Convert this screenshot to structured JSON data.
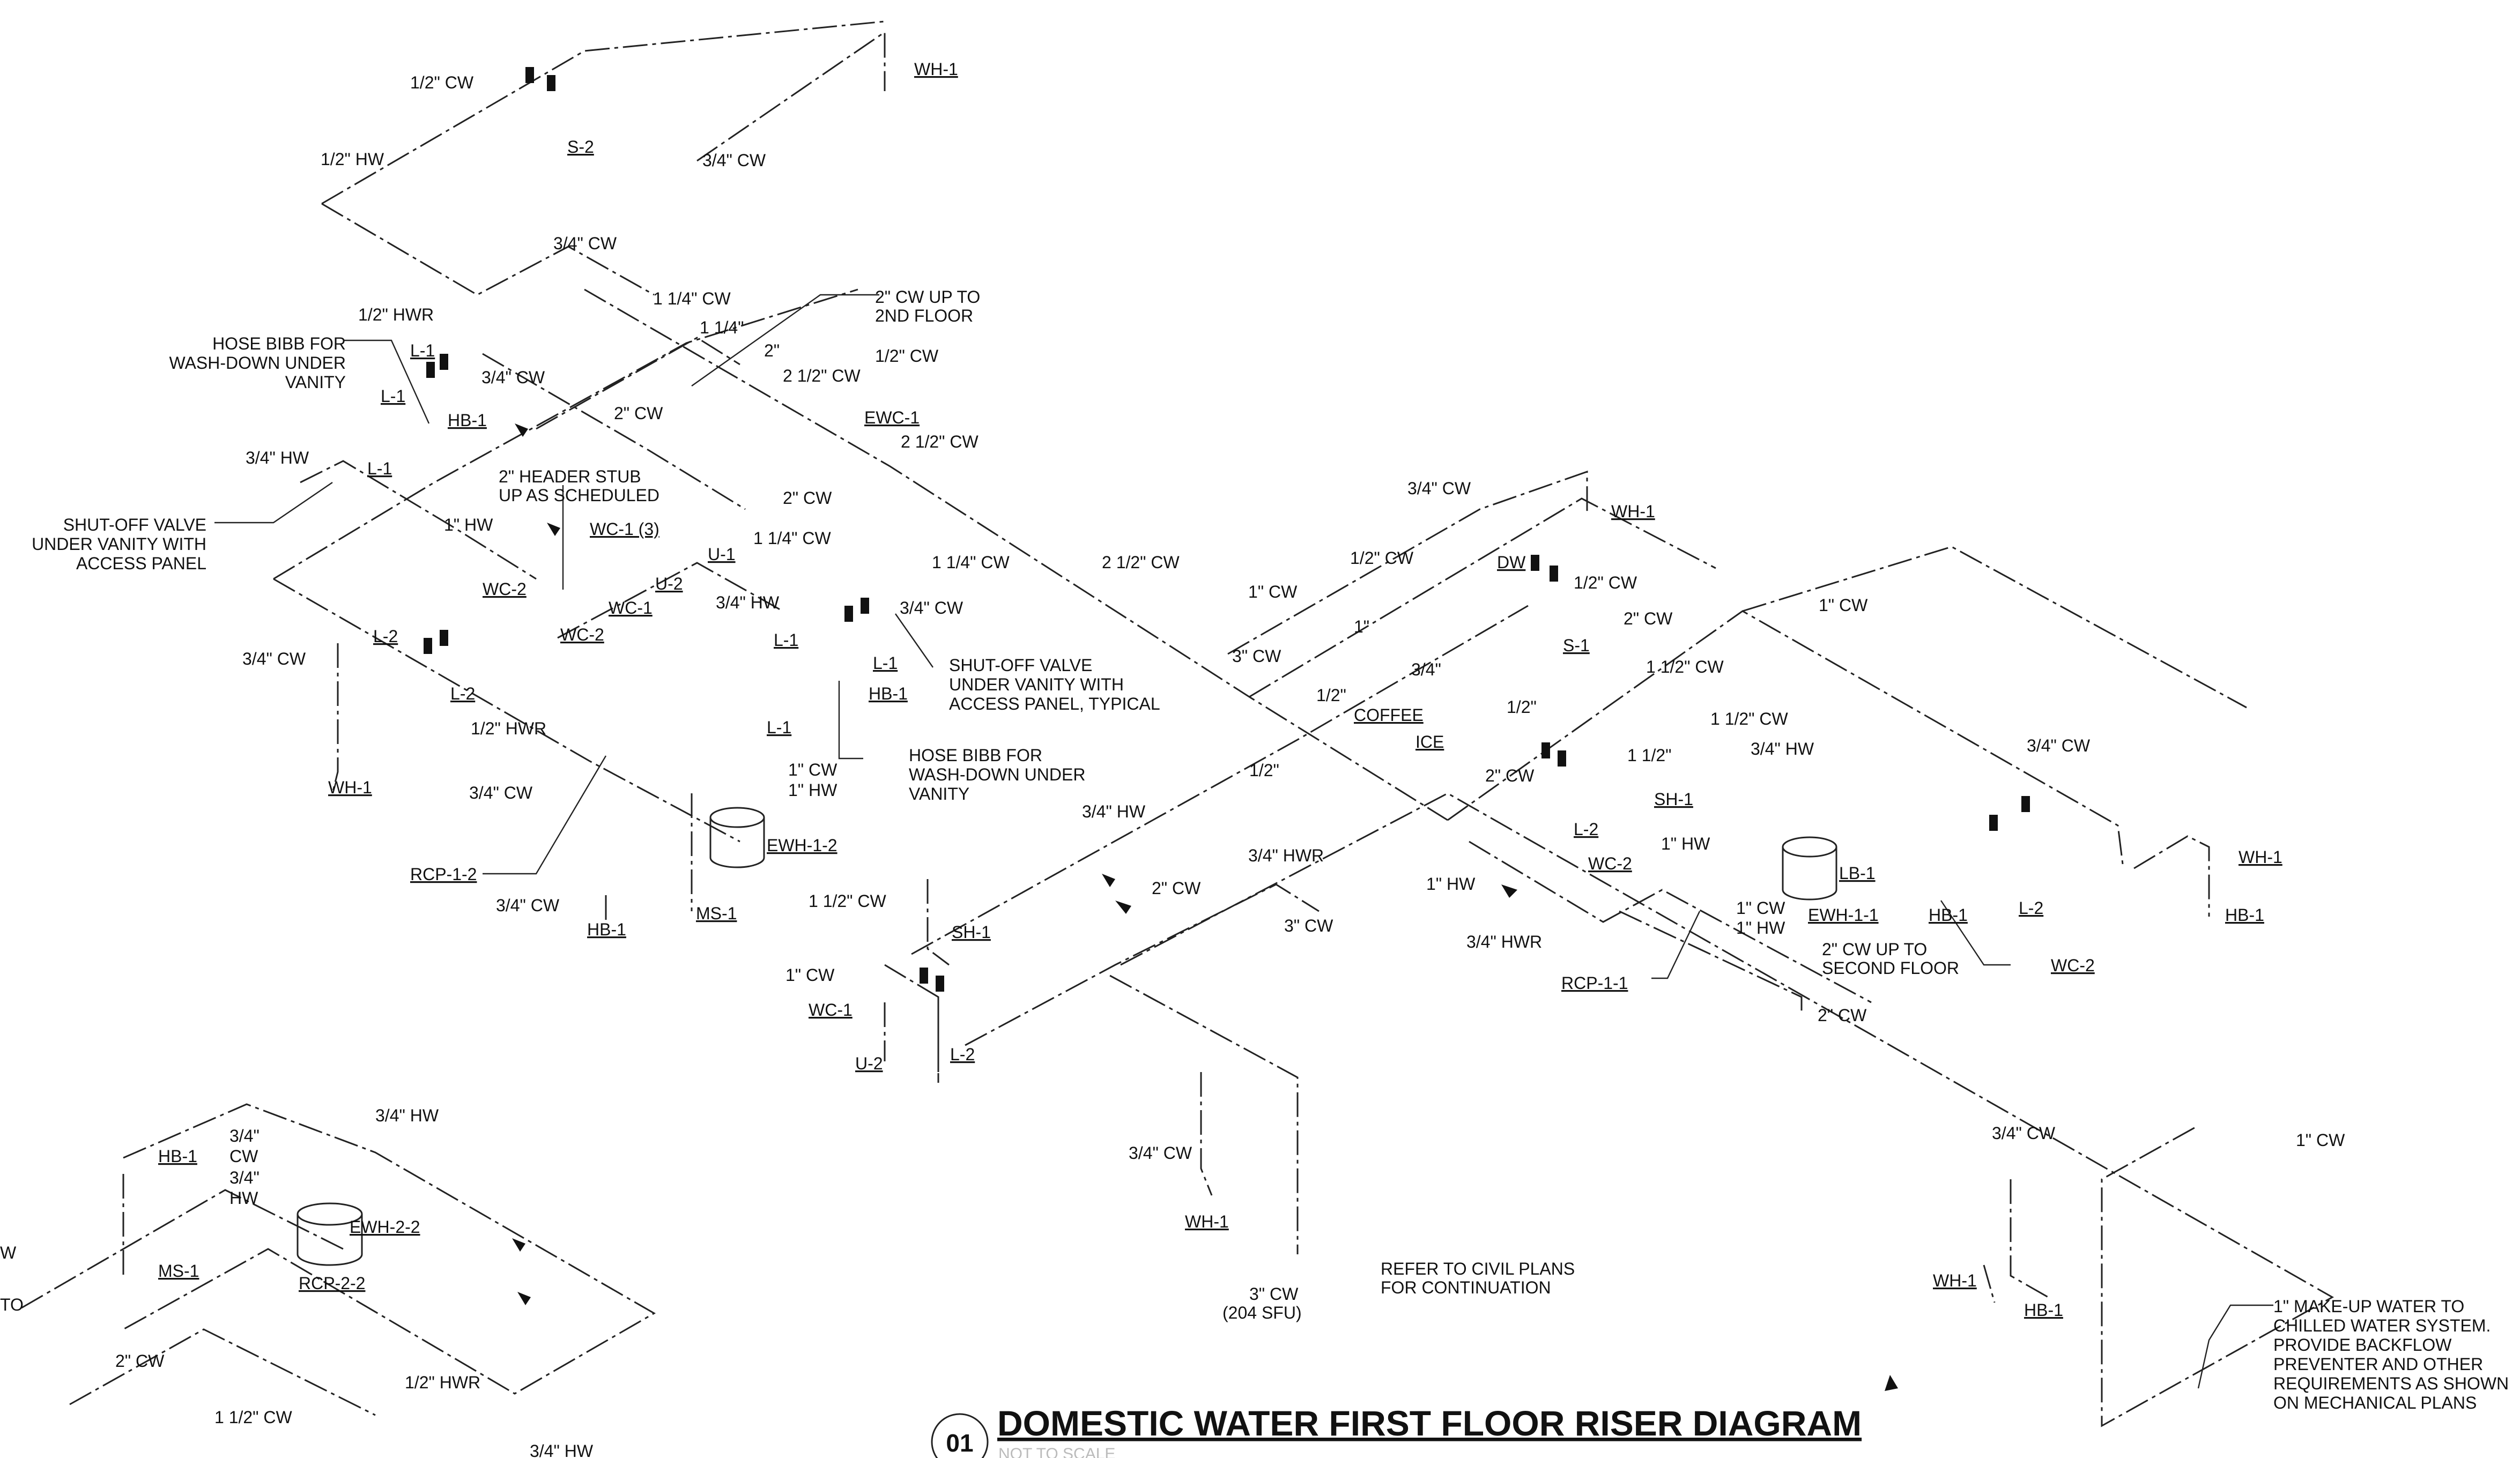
{
  "title": "DOMESTIC WATER FIRST FLOOR RISER DIAGRAM",
  "detail_number": "01",
  "scale_note": "NOT TO SCALE",
  "tags": {
    "wh1_top": "WH-1",
    "s2": "S-2",
    "l1_a": "L-1",
    "l1_b": "L-1",
    "l1_c": "L-1",
    "hb1_a": "HB-1",
    "wc1_3": "WC-1 (3)",
    "u1": "U-1",
    "u2": "U-2",
    "wc2_a": "WC-2",
    "wc1_a": "WC-1",
    "wc2_b": "WC-2",
    "l2_a": "L-2",
    "l2_b": "L-2",
    "wh1_left": "WH-1",
    "l1_d": "L-1",
    "l1_e": "L-1",
    "hb1_b": "HB-1",
    "ewc1": "EWC-1",
    "ewh12": "EWH-1-2",
    "rcp12": "RCP-1-2",
    "hb1_c": "HB-1",
    "ms1_a": "MS-1",
    "sh1_a": "SH-1",
    "wc1_b": "WC-1",
    "u2_b": "U-2",
    "l2_c": "L-2",
    "wh1_mid": "WH-1",
    "dw": "DW",
    "s1": "S-1",
    "coffee": "COFFEE",
    "ice": "ICE",
    "sh1_b": "SH-1",
    "l2_d": "L-2",
    "wc2_c": "WC-2",
    "ewh11": "EWH-1-1",
    "lb1": "LB-1",
    "hb1_d": "HB-1",
    "l2_e": "L-2",
    "wc2_d": "WC-2",
    "rcp11": "RCP-1-1",
    "wh1_right": "WH-1",
    "hb1_e": "HB-1",
    "wh1_low": "WH-1",
    "wh1_br": "WH-1",
    "hb1_br": "HB-1",
    "hb1_f": "HB-1",
    "ewh22": "EWH-2-2",
    "ms1_b": "MS-1",
    "rcp22": "RCP-2-2"
  },
  "labels": {
    "cw_half_top": "1/2\" CW",
    "hw_half_top": "1/2\" HW",
    "cw_34_a": "3/4\" CW",
    "cw_34_b": "3/4\" CW",
    "hwr_half_a": "1/2\" HWR",
    "cw_114_a": "1 1/4\" CW",
    "cw_114_b": "1 1/4\"",
    "cw_2_up_1": "2\" CW UP TO",
    "cw_2_up_2": "2ND FLOOR",
    "cw_2": "2\"",
    "cw_212": "2 1/2\" CW",
    "cw_half_b": "1/2\" CW",
    "cw_34_c": "3/4\" CW",
    "hw_34_a": "3/4\" HW",
    "cw_2_b": "2\" CW",
    "cw_212_b": "2 1/2\" CW",
    "cw_2_c": "2\" CW",
    "hdr_1": "2\" HEADER STUB",
    "hdr_2": "UP AS SCHEDULED",
    "hw_1_a": "1\" HW",
    "cw_114_c": "1 1/4\" CW",
    "cw_114_d": "1 1/4\" CW",
    "cw_212_c": "2 1/2\" CW",
    "hw_34_b": "3/4\" HW",
    "cw_34_d": "3/4\" CW",
    "cw_34_e": "3/4\" CW",
    "hwr_half_b": "1/2\" HWR",
    "cw_34_f": "3/4\" CW",
    "cw_1_a": "1\" CW",
    "hw_1_b": "1\" HW",
    "cw_34_g": "3/4\" CW",
    "hw_34_c": "3/4\" HW",
    "hwr_34_a": "3/4\" HWR",
    "cw_2_d": "2\" CW",
    "cw_3": "3\" CW",
    "cw_112": "1 1/2\" CW",
    "cw_1_b": "1\" CW",
    "cw_34_h": "3/4\" CW",
    "cw_3_204a": "3\" CW",
    "cw_3_204b": "(204 SFU)",
    "civil_1": "REFER TO CIVIL PLANS",
    "civil_2": "FOR CONTINUATION",
    "cw_34_i": "3/4\" CW",
    "cw_half_c": "1/2\" CW",
    "cw_half_d": "1/2\" CW",
    "cw_1_c": "1\" CW",
    "one_in": "1\"",
    "cw_3_b": "3\" CW",
    "half_a": "1/2\"",
    "q34": "3/4\"",
    "half_b": "1/2\"",
    "cw_2_e": "2\" CW",
    "cw_112_b": "1 1/2\" CW",
    "cw_112_c": "1 1/2\" CW",
    "cw_1_d": "1\" CW",
    "hw_34_d": "3/4\" HW",
    "cw_34_j": "3/4\" CW",
    "half_c": "1/2\"",
    "cw_2_f": "2\" CW",
    "one_half": "1 1/2\"",
    "hw_1_c": "1\" HW",
    "hw_1_d": "1\" HW",
    "hwr_34_b": "3/4\" HWR",
    "cw_1_e": "1\" CW",
    "hw_1_e": "1\" HW",
    "cw_2_up2_1": "2\" CW UP TO",
    "cw_2_up2_2": "SECOND FLOOR",
    "cw_2_g": "2\" CW",
    "cw_1_f": "1\" CW",
    "cw_34_k": "3/4\" CW",
    "hw_34_e": "3/4\" HW",
    "cw_34_l": "3/4\"",
    "cw_34_l2": "CW",
    "hw_34_f": "3/4\"",
    "hw_34_f2": "HW",
    "cw_2_h": "2\" CW",
    "hwr_half_c": "1/2\" HWR",
    "cw_112_d": "1 1/2\" CW",
    "hw_34_g": "3/4\" HW",
    "w_edge": "W",
    "to_edge": "TO"
  },
  "notes": {
    "hb_vanity_1": "HOSE BIBB FOR",
    "hb_vanity_2": "WASH-DOWN UNDER",
    "hb_vanity_3": "VANITY",
    "sov_1": "SHUT-OFF VALVE",
    "sov_2": "UNDER VANITY WITH",
    "sov_3": "ACCESS PANEL",
    "sov_t1": "SHUT-OFF VALVE",
    "sov_t2": "UNDER VANITY WITH",
    "sov_t3": "ACCESS PANEL, TYPICAL",
    "hb2_1": "HOSE BIBB FOR",
    "hb2_2": "WASH-DOWN UNDER",
    "hb2_3": "VANITY",
    "mu_1": "1\" MAKE-UP WATER TO",
    "mu_2": "CHILLED WATER SYSTEM.",
    "mu_3": "PROVIDE BACKFLOW",
    "mu_4": "PREVENTER AND OTHER",
    "mu_5": "REQUIREMENTS AS SHOWN",
    "mu_6": "ON MECHANICAL PLANS"
  }
}
